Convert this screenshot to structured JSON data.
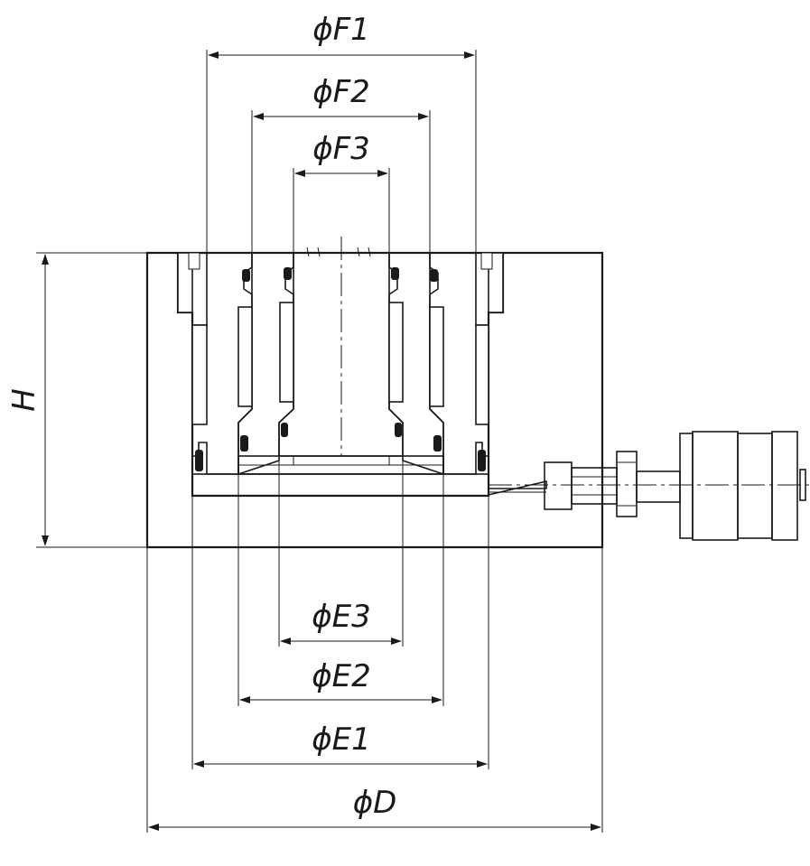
{
  "labels": {
    "f1": "ϕF1",
    "f2": "ϕF2",
    "f3": "ϕF3",
    "e3": "ϕE3",
    "e2": "ϕE2",
    "e1": "ϕE1",
    "d": "ϕD",
    "h": "H"
  },
  "colors": {
    "line": "#1a1a1a",
    "background": "#ffffff"
  }
}
